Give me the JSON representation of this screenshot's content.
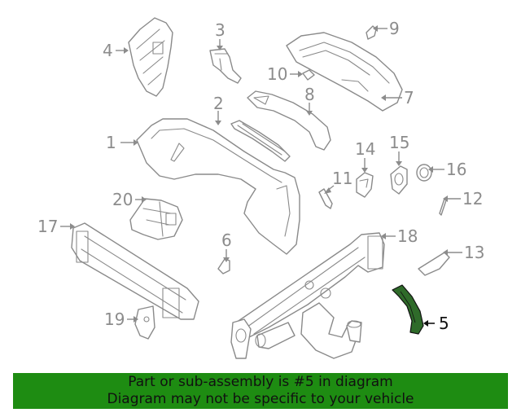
{
  "diagram": {
    "callouts": [
      {
        "id": "1",
        "text": "1"
      },
      {
        "id": "2",
        "text": "2"
      },
      {
        "id": "3",
        "text": "3"
      },
      {
        "id": "4",
        "text": "4"
      },
      {
        "id": "5",
        "text": "5"
      },
      {
        "id": "6",
        "text": "6"
      },
      {
        "id": "7",
        "text": "7"
      },
      {
        "id": "8",
        "text": "8"
      },
      {
        "id": "9",
        "text": "9"
      },
      {
        "id": "10",
        "text": "10"
      },
      {
        "id": "11",
        "text": "11"
      },
      {
        "id": "12",
        "text": "12"
      },
      {
        "id": "13",
        "text": "13"
      },
      {
        "id": "14",
        "text": "14"
      },
      {
        "id": "15",
        "text": "15"
      },
      {
        "id": "16",
        "text": "16"
      },
      {
        "id": "17",
        "text": "17"
      },
      {
        "id": "18",
        "text": "18"
      },
      {
        "id": "19",
        "text": "19"
      },
      {
        "id": "20",
        "text": "20"
      }
    ],
    "highlighted_part": "5",
    "highlight_color": "#2f6b2a",
    "line_color": "#8a8a8a"
  },
  "banner": {
    "line1": "Part or sub-assembly is #5 in diagram",
    "line2": "Diagram may not be specific to your vehicle",
    "background": "#1e8c12"
  }
}
